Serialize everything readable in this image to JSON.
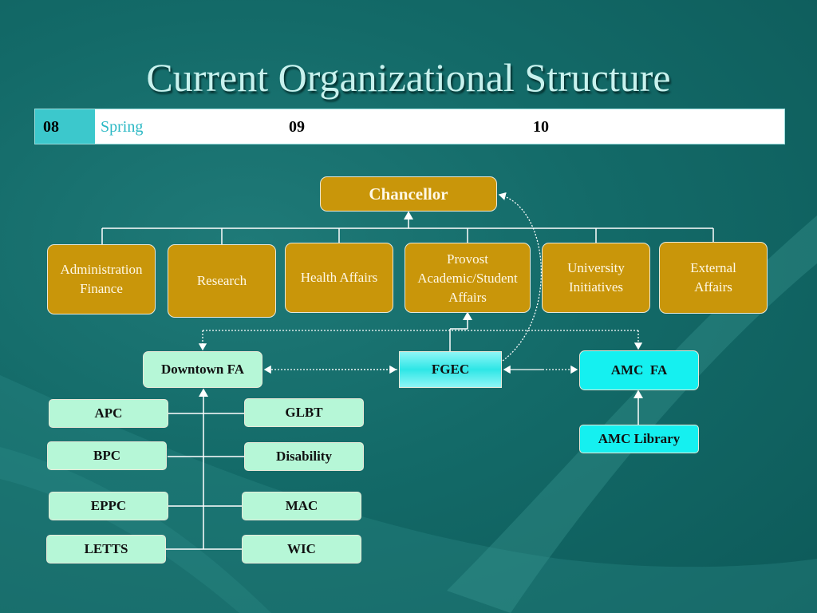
{
  "title": "Current Organizational Structure",
  "timeline": {
    "t08": "08",
    "spring": "Spring",
    "t09": "09",
    "t10": "10"
  },
  "top": {
    "chancellor": "Chancellor"
  },
  "divisions": [
    {
      "id": "admin",
      "line1": "Administration",
      "line2": "Finance"
    },
    {
      "id": "research",
      "line1": "Research",
      "line2": ""
    },
    {
      "id": "health",
      "line1": "Health Affairs",
      "line2": ""
    },
    {
      "id": "provost",
      "line1": "Provost",
      "line2": "Academic/Student",
      "line3": "Affairs"
    },
    {
      "id": "univ",
      "line1": "University",
      "line2": "Initiatives"
    },
    {
      "id": "external",
      "line1": "External",
      "line2": "Affairs"
    }
  ],
  "assemblies": {
    "downtown": "Downtown FA",
    "fgec": "FGEC",
    "amc": "AMC  FA",
    "amc_library": "AMC Library"
  },
  "committees_left": [
    "APC",
    "BPC",
    "EPPC",
    "LETTS"
  ],
  "committees_right": [
    "GLBT",
    "Disability",
    "MAC",
    "WIC"
  ],
  "colors": {
    "gold": "#c9960a",
    "mint": "#b6f7d7",
    "cyan": "#15f0f0",
    "background": "#136a68"
  }
}
